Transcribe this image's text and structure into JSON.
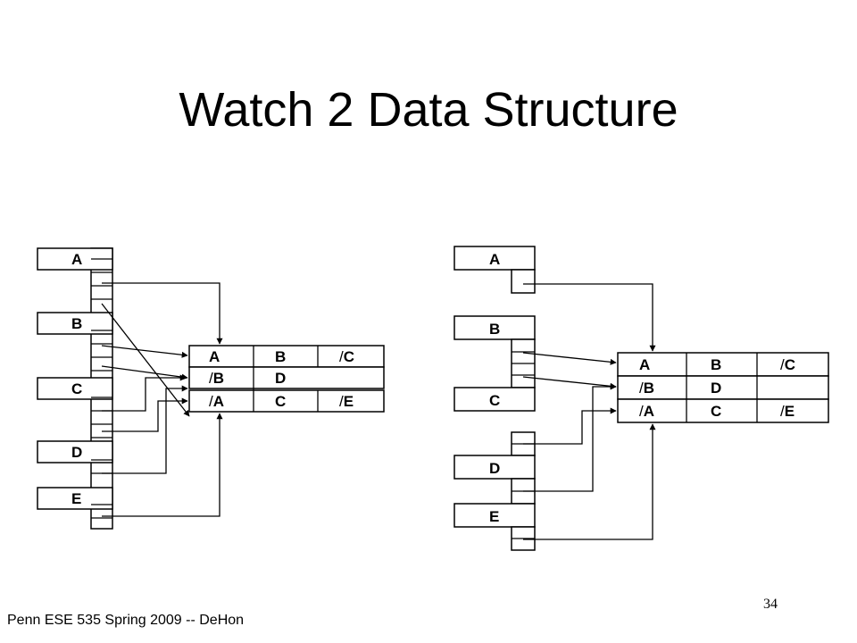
{
  "slide": {
    "title": "Watch 2 Data Structure",
    "footer": "Penn ESE 535 Spring 2009 -- DeHon",
    "page_number": "34"
  },
  "diagram_left": {
    "variables": [
      "A",
      "B",
      "C",
      "D",
      "E"
    ],
    "clause_rows": [
      [
        {
          "neg": false,
          "var": "A"
        },
        {
          "neg": false,
          "var": "B"
        },
        {
          "neg": true,
          "var": "C"
        }
      ],
      [
        {
          "neg": true,
          "var": "B"
        },
        {
          "neg": false,
          "var": "D"
        },
        {
          "neg": false,
          "var": ""
        }
      ],
      [
        {
          "neg": true,
          "var": "A"
        },
        {
          "neg": false,
          "var": "C"
        },
        {
          "neg": true,
          "var": "E"
        }
      ]
    ]
  },
  "diagram_right": {
    "variables": [
      "A",
      "B",
      "C",
      "D",
      "E"
    ],
    "clause_rows": [
      [
        {
          "neg": false,
          "var": "A"
        },
        {
          "neg": false,
          "var": "B"
        },
        {
          "neg": true,
          "var": "C"
        }
      ],
      [
        {
          "neg": true,
          "var": "B"
        },
        {
          "neg": false,
          "var": "D"
        },
        {
          "neg": false,
          "var": ""
        }
      ],
      [
        {
          "neg": true,
          "var": "A"
        },
        {
          "neg": false,
          "var": "C"
        },
        {
          "neg": true,
          "var": "E"
        }
      ]
    ]
  }
}
